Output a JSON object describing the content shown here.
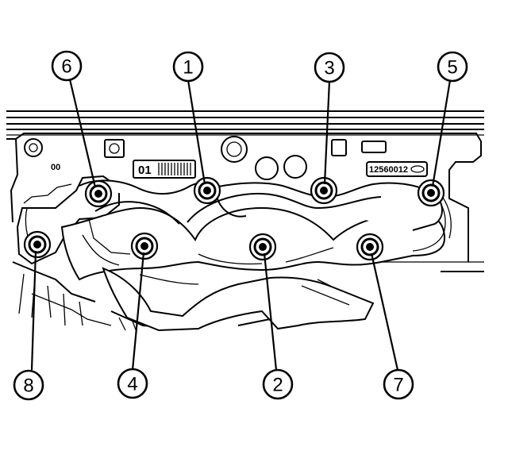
{
  "diagram": {
    "callouts": [
      {
        "key": "c6",
        "label": "6",
        "color": "#000000"
      },
      {
        "key": "c1",
        "label": "1",
        "color": "#000000"
      },
      {
        "key": "c3",
        "label": "3",
        "color": "#000000"
      },
      {
        "key": "c5",
        "label": "5",
        "color": "#000000"
      },
      {
        "key": "c8",
        "label": "8",
        "color": "#000000"
      },
      {
        "key": "c4",
        "label": "4",
        "color": "#000000"
      },
      {
        "key": "c2",
        "label": "2",
        "color": "#000000"
      },
      {
        "key": "c7",
        "label": "7",
        "color": "#000000"
      }
    ],
    "casting_marks": {
      "part_number": "12560012",
      "stamp_01": "01",
      "stamp_00": "00"
    }
  }
}
